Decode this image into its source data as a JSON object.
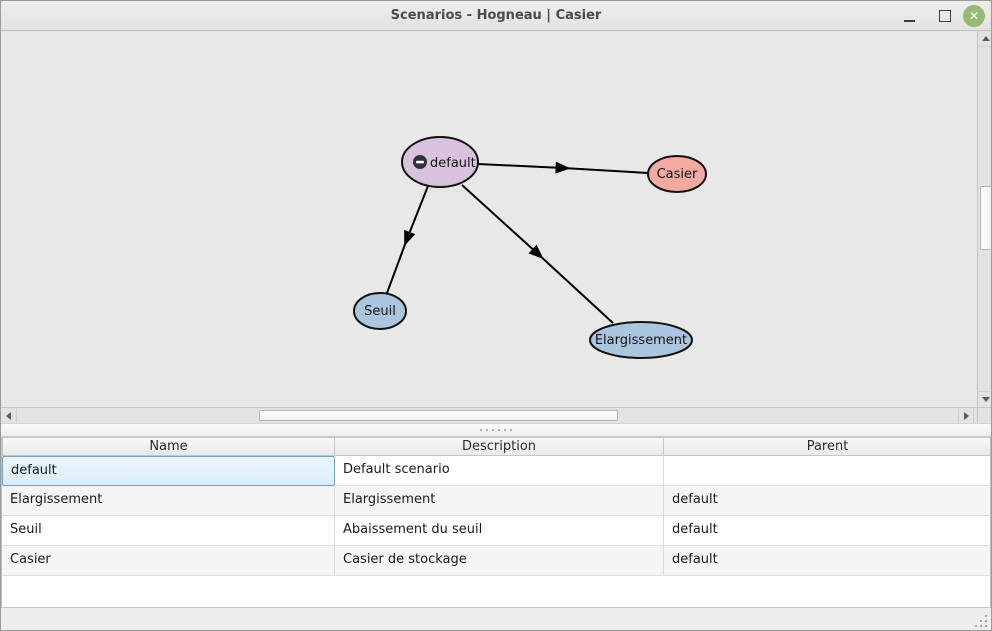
{
  "window": {
    "title": "Scenarios - Hogneau | Casier"
  },
  "icons": {
    "minimize": "minimize-icon",
    "maximize": "maximize-icon",
    "close": "✕",
    "collapse": "minus-in-circle",
    "scroll_up": "up-arrow",
    "scroll_down": "down-arrow",
    "scroll_left": "left-arrow",
    "scroll_right": "right-arrow"
  },
  "graph": {
    "background": "#e8e8e8",
    "nodes": [
      {
        "label": "default",
        "fill": "#d9c2dd",
        "collapsed": true
      },
      {
        "label": "Casier",
        "fill": "#f2aaa2"
      },
      {
        "label": "Seuil",
        "fill": "#adc6e0"
      },
      {
        "label": "Elargissement",
        "fill": "#adc6e0"
      }
    ],
    "edges": [
      {
        "from": "default",
        "to": "Casier"
      },
      {
        "from": "default",
        "to": "Seuil"
      },
      {
        "from": "default",
        "to": "Elargissement"
      }
    ]
  },
  "table": {
    "columns": [
      "Name",
      "Description",
      "Parent"
    ],
    "rows": [
      {
        "name": "default",
        "description": "Default scenario",
        "parent": ""
      },
      {
        "name": "Elargissement",
        "description": "Elargissement",
        "parent": "default"
      },
      {
        "name": "Seuil",
        "description": "Abaissement du seuil",
        "parent": "default"
      },
      {
        "name": "Casier",
        "description": "Casier de stockage",
        "parent": "default"
      }
    ],
    "selected_cell": {
      "row": 0,
      "column": "Name"
    }
  },
  "colors": {
    "selection_bg": "#d9edf8",
    "selection_border": "#72a3c6",
    "close_button_green": "#94ba74",
    "node_purple": "#d9c2dd",
    "node_salmon": "#f2aaa2",
    "node_blue": "#adc6e0",
    "edge_stroke": "#000000"
  }
}
